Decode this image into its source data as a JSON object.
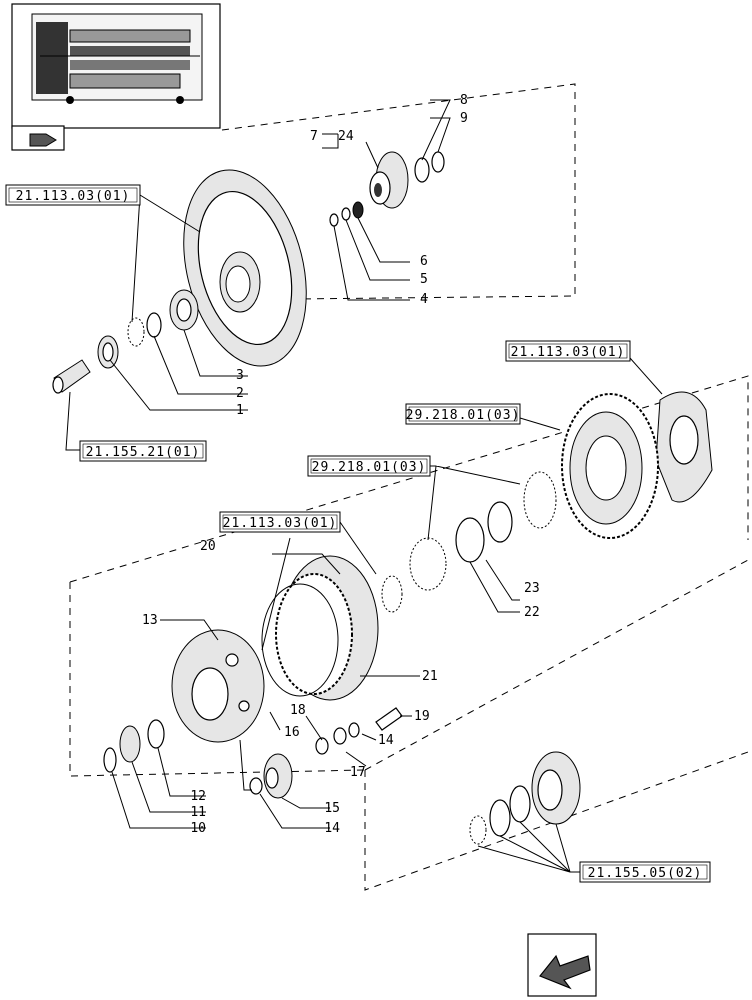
{
  "references": {
    "r1": "21.113.03(01)",
    "r2": "21.155.21(01)",
    "r3": "21.113.03(01)",
    "r4": "29.218.01(03)",
    "r5": "29.218.01(03)",
    "r6": "21.113.03(01)",
    "r7": "21.155.05(02)"
  },
  "item_numbers": {
    "n1": "1",
    "n2": "2",
    "n3": "3",
    "n4": "4",
    "n5": "5",
    "n6": "6",
    "n7": "7",
    "n8": "8",
    "n9": "9",
    "n10": "10",
    "n11": "11",
    "n12": "12",
    "n13": "13",
    "n14a": "14",
    "n14b": "14",
    "n15": "15",
    "n16": "16",
    "n17": "17",
    "n18": "18",
    "n19": "19",
    "n20": "20",
    "n21": "21",
    "n22": "22",
    "n23": "23",
    "n24": "24"
  },
  "icons": {
    "thumbnail": "transmission-overview-thumbnail",
    "nav": "previous-page-arrow-icon"
  }
}
